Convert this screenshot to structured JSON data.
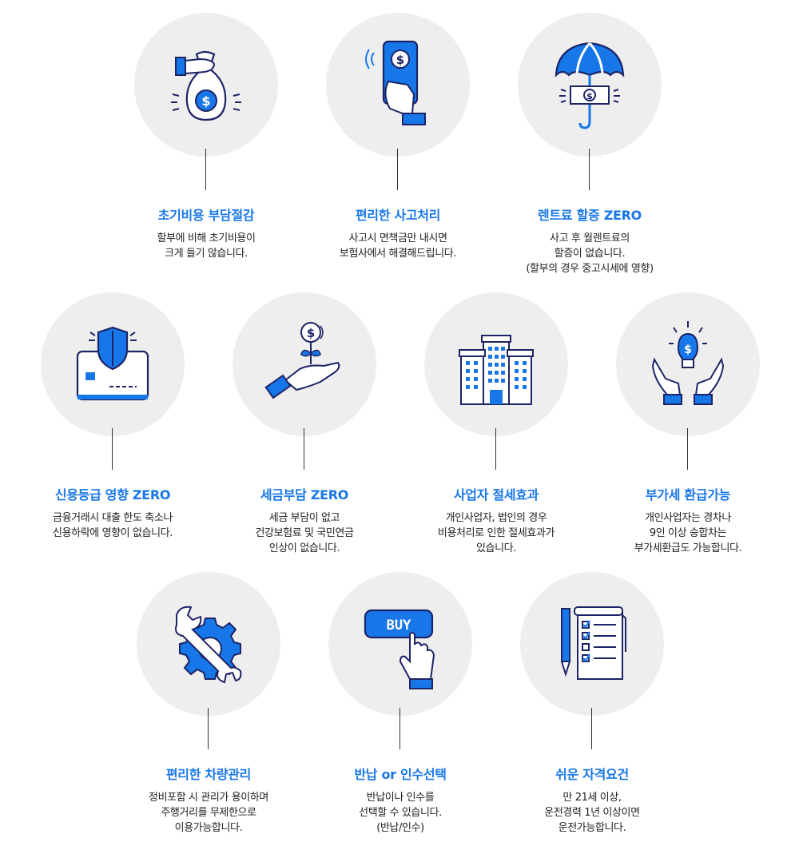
{
  "features": [
    {
      "title": "초기비용 부담절감",
      "icon": "money-bag-icon",
      "desc": [
        "할부에 비해 초기비용이",
        "크게 들기 않습니다."
      ]
    },
    {
      "title": "편리한 사고처리",
      "icon": "mobile-payment-icon",
      "desc": [
        "사고시 면책금만 내시면",
        "보험사에서 해결해드립니다."
      ]
    },
    {
      "title": "렌트료 할증 ZERO",
      "icon": "umbrella-money-icon",
      "desc": [
        "사고 후 월렌트료의",
        "할증이 없습니다.",
        "(할부의 경우 중고시세에 영향)"
      ]
    },
    {
      "title": "신용등급 영향 ZERO",
      "icon": "credit-card-shield-icon",
      "desc": [
        "금융거래시 대출 한도 축소나",
        "신용하락에 영향이 없습니다."
      ]
    },
    {
      "title": "세금부담 ZERO",
      "icon": "hand-growing-coin-icon",
      "desc": [
        "세금 부담이 없고",
        "건강보험료 및 국민연금",
        "인상이 없습니다."
      ]
    },
    {
      "title": "사업자 절세효과",
      "icon": "office-building-icon",
      "desc": [
        "개인사업자, 법인의 경우",
        "비용처리로 인한 절세효과가",
        "있습니다."
      ]
    },
    {
      "title": "부가세 환급가능",
      "icon": "hands-lightbulb-icon",
      "desc": [
        "개인사업자는 경차나",
        "9인 이상 승합차는",
        "부가세환급도 가능합니다."
      ]
    },
    {
      "title": "편리한 차량관리",
      "icon": "wrench-gear-icon",
      "desc": [
        "정비포함 시 관리가 용이하며",
        "주행거리를 무제한으로",
        "이용가능합니다."
      ]
    },
    {
      "title": "반납 or 인수선택",
      "icon": "buy-button-icon",
      "desc": [
        "반납이나 인수를",
        "선택할 수 있습니다.",
        "(반납/인수)"
      ]
    },
    {
      "title": "쉬운 자격요건",
      "icon": "checklist-icon",
      "desc": [
        "만 21세 이상,",
        "운전경력 1년 이상이면",
        "운전가능합니다."
      ]
    }
  ],
  "buy_label": "BUY",
  "colors": {
    "accent": "#1877e8",
    "navy": "#1c2466",
    "circle": "#eeeeee"
  }
}
